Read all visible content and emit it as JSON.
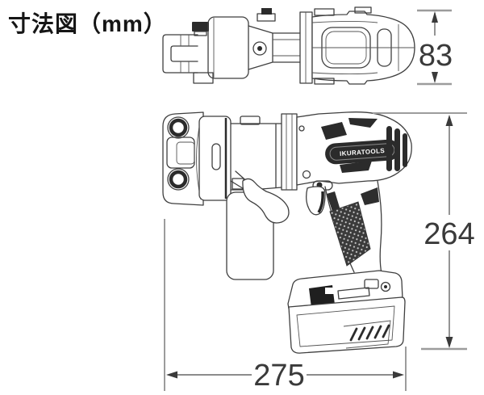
{
  "title": "寸法図（mm）",
  "dimensions": {
    "head_height": "83",
    "overall_height": "264",
    "overall_length": "275"
  },
  "tool": {
    "brand_label": "IKURATOOLS"
  },
  "colors": {
    "background": "#ffffff",
    "line": "#3f3f3f",
    "dim_line": "#666666",
    "dim_tick": "#9c9c9c",
    "dim_text": "#3a3a3a",
    "accent_dark": "#2b2b2b"
  }
}
